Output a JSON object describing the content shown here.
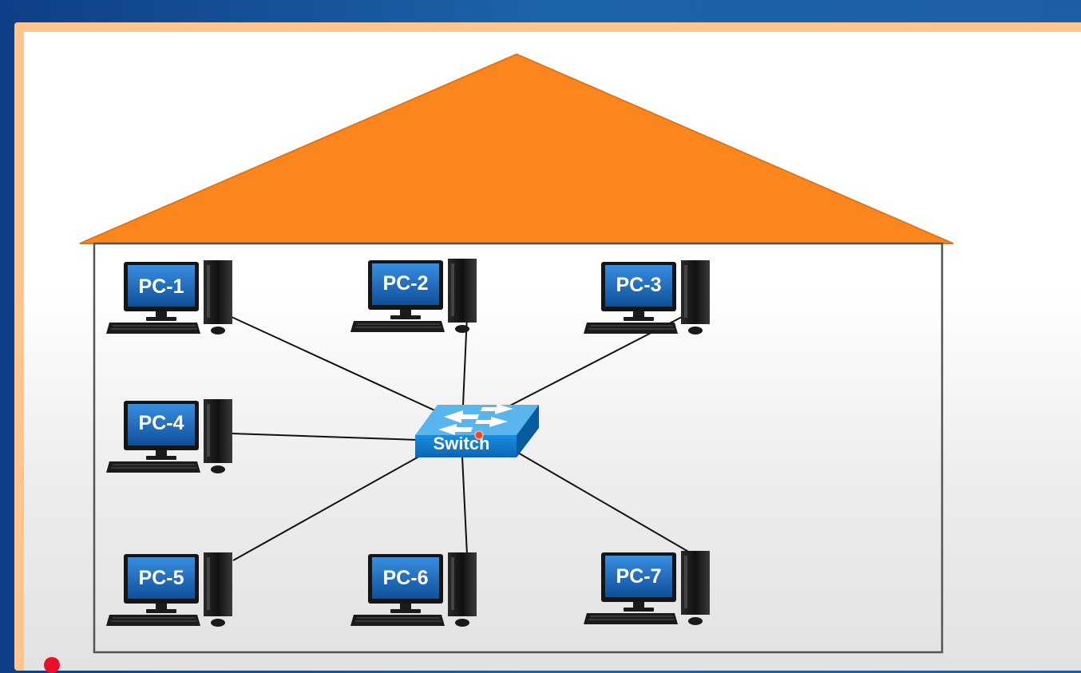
{
  "diagram": {
    "pcs": [
      {
        "id": "pc1",
        "label": "PC-1"
      },
      {
        "id": "pc2",
        "label": "PC-2"
      },
      {
        "id": "pc3",
        "label": "PC-3"
      },
      {
        "id": "pc4",
        "label": "PC-4"
      },
      {
        "id": "pc5",
        "label": "PC-5"
      },
      {
        "id": "pc6",
        "label": "PC-6"
      },
      {
        "id": "pc7",
        "label": "PC-7"
      }
    ],
    "switch": {
      "label": "Switch"
    },
    "connections": [
      "pc1",
      "pc2",
      "pc3",
      "pc4",
      "pc5",
      "pc6",
      "pc7"
    ],
    "colors": {
      "roof": "#fb861e",
      "roof_edge": "#e2741a",
      "wall": "#555555",
      "screen_blue": "#1d6fc0",
      "switch_blue": "#1485d4",
      "background_blue": "#1c5ea4",
      "slide_border": "#ffc58f"
    }
  }
}
